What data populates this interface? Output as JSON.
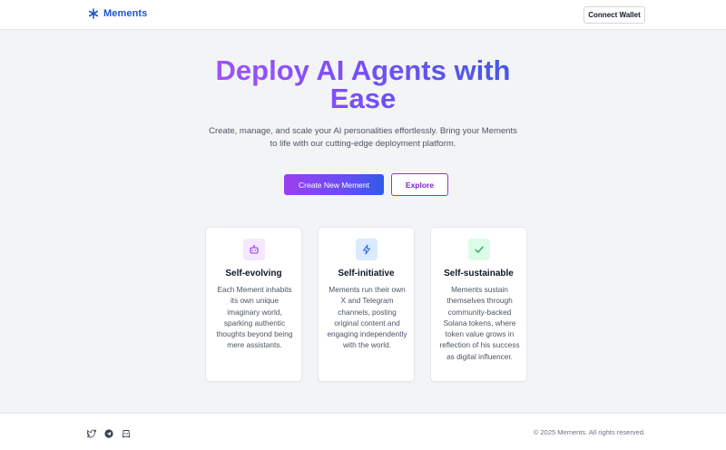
{
  "header": {
    "brand_name": "Mements",
    "brand_icon": "asterisk-icon",
    "connect_label": "Connect Wallet"
  },
  "hero": {
    "title": "Deploy AI Agents with Ease",
    "subtitle": "Create, manage, and scale your AI personalities effortlessly. Bring your Mements to life with our cutting-edge deployment platform.",
    "primary_label": "Create New Mement",
    "secondary_label": "Explore"
  },
  "features": [
    {
      "icon": "robot-icon",
      "title": "Self-evolving",
      "description": "Each Mement inhabits its own unique imaginary world, sparking authentic thoughts beyond being mere assistants."
    },
    {
      "icon": "lightning-icon",
      "title": "Self-initiative",
      "description": "Mements run their own X and Telegram channels, posting original content and engaging independently with the world."
    },
    {
      "icon": "check-icon",
      "title": "Self-sustainable",
      "description": "Mements sustain themselves through community-backed Solana tokens, where token value grows in reflection of his success as digital influencer."
    }
  ],
  "footer": {
    "social_icons": [
      "twitter-icon",
      "telegram-icon",
      "discord-icon"
    ],
    "copyright": "© 2025 Mements. All rights reserved."
  },
  "colors": {
    "brand": "#1e56c9",
    "gradient_start": "#a855f7",
    "gradient_end": "#3b5bdb",
    "accent_purple": "#9333ea"
  }
}
